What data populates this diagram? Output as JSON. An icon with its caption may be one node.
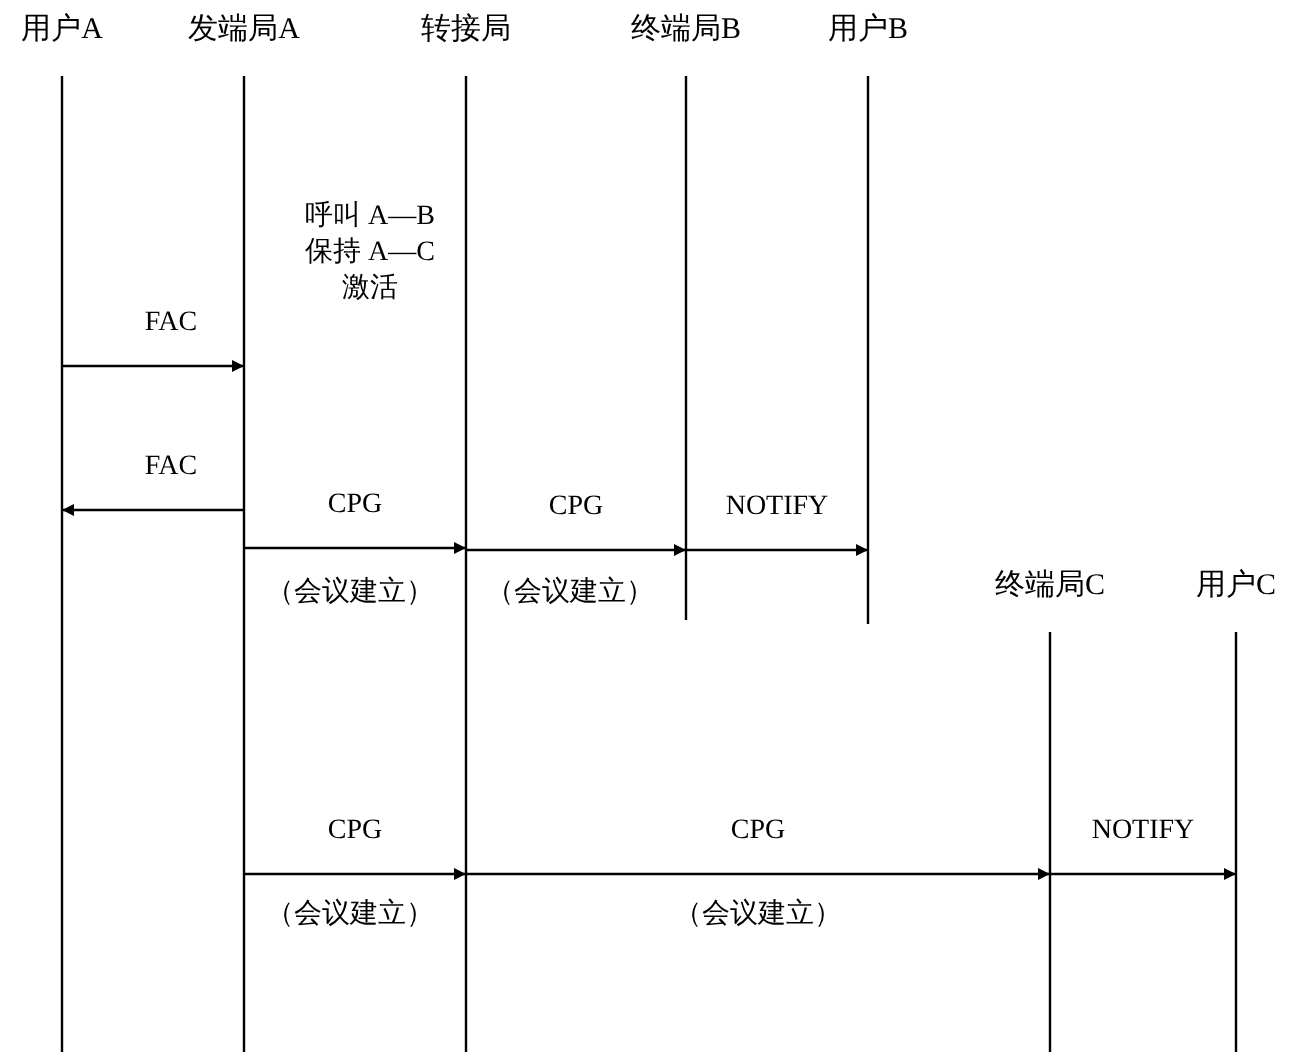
{
  "diagram": {
    "nodes": [
      {
        "text": [
          "用户A"
        ]
      },
      {
        "text": [
          "发端局A"
        ]
      },
      {
        "text": [
          "转接局"
        ]
      },
      {
        "text": [
          "终端局B"
        ]
      },
      {
        "text": [
          "用户B"
        ]
      },
      {
        "text": [
          "终端局C"
        ]
      },
      {
        "text": [
          "用户C"
        ]
      }
    ],
    "edges": [
      {
        "from": 0,
        "to": 1,
        "arrow": "to",
        "label": "FAC"
      },
      {
        "from": 1,
        "to": 0,
        "arrow": "to",
        "label": "FAC"
      },
      {
        "from": 1,
        "to": 2,
        "arrow": "to",
        "label": "CPG"
      },
      {
        "from": 2,
        "to": 3,
        "arrow": "to",
        "label": "CPG"
      },
      {
        "from": 3,
        "to": 4,
        "arrow": "to",
        "label": "NOTIFY"
      },
      {
        "from": 1,
        "to": 2,
        "arrow": "to",
        "label": "CPG"
      },
      {
        "from": 2,
        "to": 5,
        "arrow": "to",
        "label": "CPG"
      },
      {
        "from": 5,
        "to": 6,
        "arrow": "to",
        "label": "NOTIFY"
      }
    ],
    "labels": [
      "呼叫 A—B 保持 A—C 激活",
      "（会议建立）",
      "（会议建立）",
      "（会议建立）",
      "（会议建立）"
    ]
  }
}
